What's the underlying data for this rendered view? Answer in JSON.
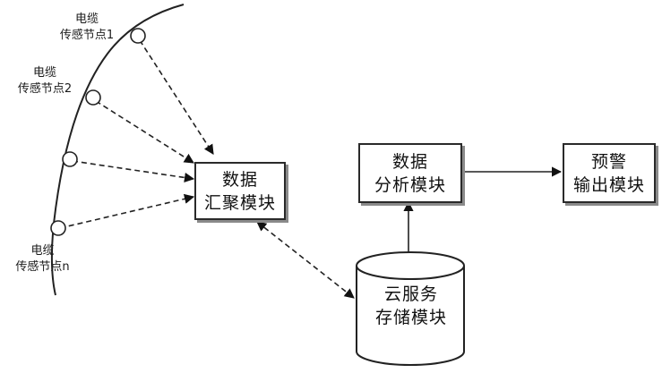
{
  "sensor_nodes": [
    {
      "label_line1": "电缆",
      "label_line2": "传感节点1"
    },
    {
      "label_line1": "电缆",
      "label_line2": "传感节点2"
    },
    {
      "label_line1": "",
      "label_line2": ""
    },
    {
      "label_line1": "电缆",
      "label_line2": "传感节点n"
    }
  ],
  "modules": {
    "aggregation": {
      "line1": "数据",
      "line2": "汇聚模块"
    },
    "analysis": {
      "line1": "数据",
      "line2": "分析模块"
    },
    "warning": {
      "line1": "预警",
      "line2": "输出模块"
    },
    "cloud_storage": {
      "line1": "云服务",
      "line2": "存储模块"
    }
  }
}
